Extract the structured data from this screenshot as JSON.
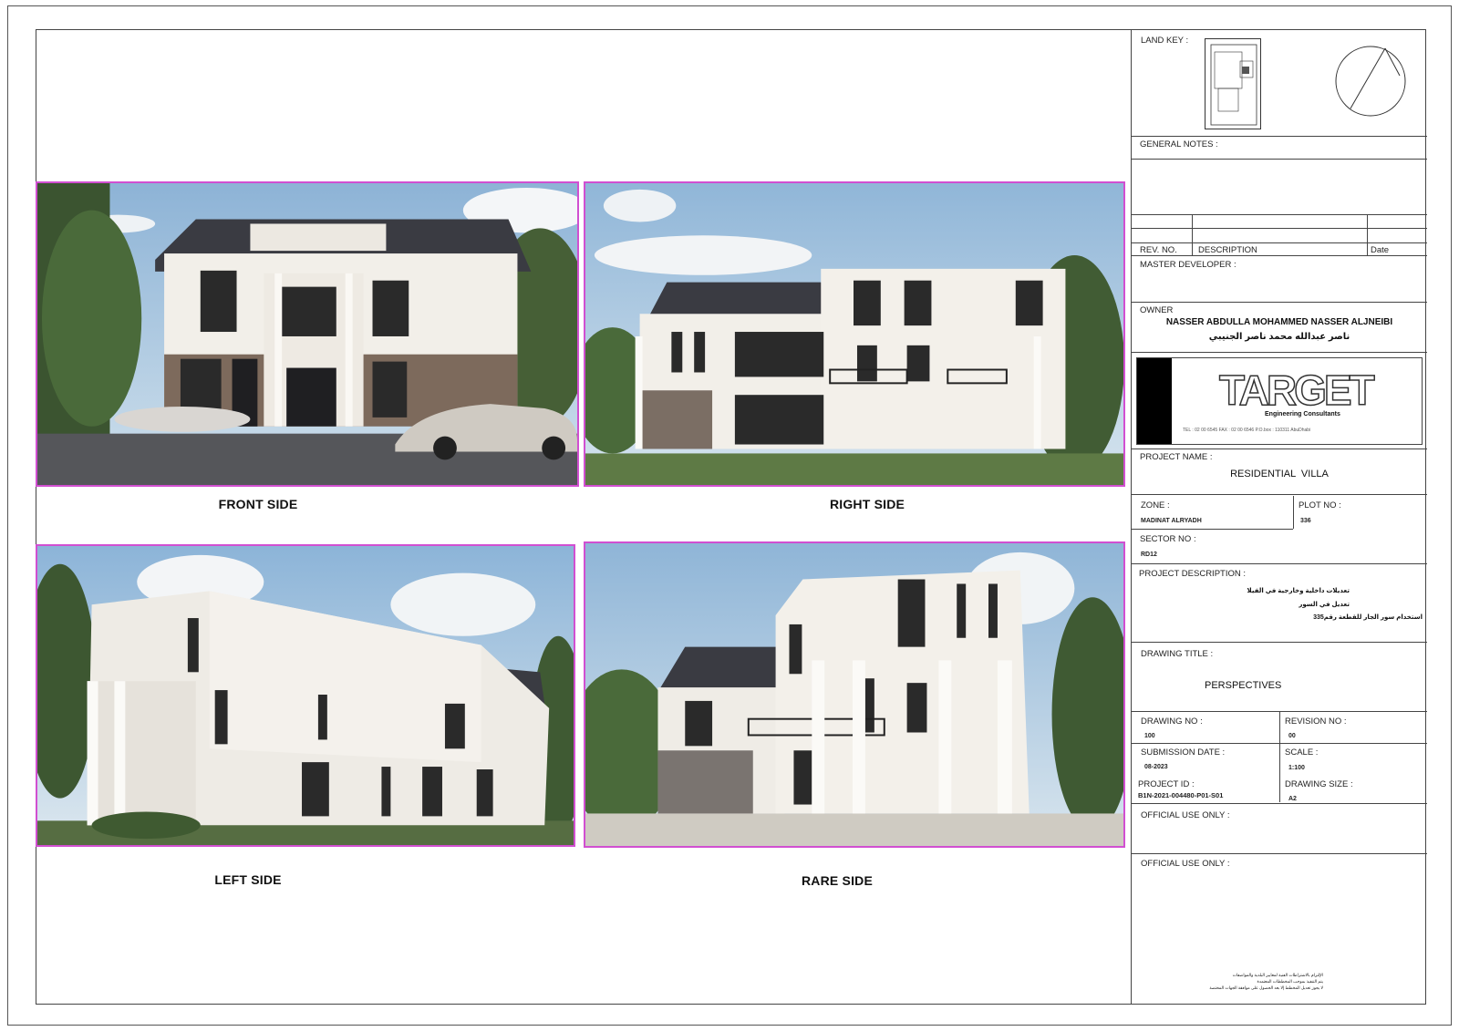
{
  "views": [
    {
      "caption": "FRONT SIDE"
    },
    {
      "caption": "RIGHT SIDE"
    },
    {
      "caption": "LEFT SIDE"
    },
    {
      "caption": "RARE SIDE"
    }
  ],
  "title_block": {
    "land_key_label": "LAND KEY :",
    "general_notes_label": "GENERAL NOTES :",
    "rev_no_label": "REV. NO.",
    "description_label": "DESCRIPTION",
    "date_label": "Date",
    "master_developer_label": "MASTER DEVELOPER :",
    "owner_label": "OWNER",
    "owner_name_en": "NASSER ABDULLA MOHAMMED NASSER ALJNEIBI",
    "owner_name_ar": "ناصر عبدالله محمد ناصر الجنيبي",
    "logo_text": "TARGET",
    "logo_subtitle": "Engineering Consultants",
    "logo_contact": "TEL : 02 00 6545      FAX : 02 00 6546      P.O.box : 110311 AbuDhabi",
    "project_name_label": "PROJECT NAME :",
    "project_name": "RESIDENTIAL  VILLA",
    "zone_label": "ZONE :",
    "zone_value": "MADINAT ALRYADH",
    "plot_no_label": "PLOT NO :",
    "plot_no_value": "336",
    "sector_no_label": "SECTOR NO :",
    "sector_no_value": "RD12",
    "project_description_label": "PROJECT DESCRIPTION :",
    "project_description_lines": [
      "تعديلات داخلية وخارجية في الفيلا",
      "تعديل في السور",
      "استخدام سور الجار للقطعة رقم335"
    ],
    "drawing_title_label": "DRAWING TITLE :",
    "drawing_title": "PERSPECTIVES",
    "drawing_no_label": "DRAWING NO :",
    "drawing_no_value": "100",
    "revision_no_label": "REVISION NO :",
    "revision_no_value": "00",
    "submission_date_label": "SUBMISSION DATE :",
    "submission_date_value": "08-2023",
    "scale_label": "SCALE :",
    "scale_value": "1:100",
    "project_id_label": "PROJECT ID :",
    "project_id_value": "B1N-2021-004480-P01-S01",
    "drawing_size_label": "DRAWING SIZE :",
    "drawing_size_value": "A2",
    "official_use_label_1": "OFFICIAL USE ONLY :",
    "official_use_label_2": "OFFICIAL USE ONLY :",
    "footer_note_lines": [
      "الإلتزام بالاشتراطات الفنية لمعايير البلدية والمواصفات",
      "يتم التنفيذ بموجب المخططات المعتمدة",
      "لا يجوز تعديل المخطط إلا بعد الحصول على موافقة الجهات المختصة"
    ]
  },
  "colors": {
    "view_border": "#d14fd1",
    "wall": "#f2efe9",
    "roof": "#3a3b42",
    "sky": "#9fc0dc",
    "trees": "#3f5a34",
    "stone": "#7d6a5c"
  }
}
